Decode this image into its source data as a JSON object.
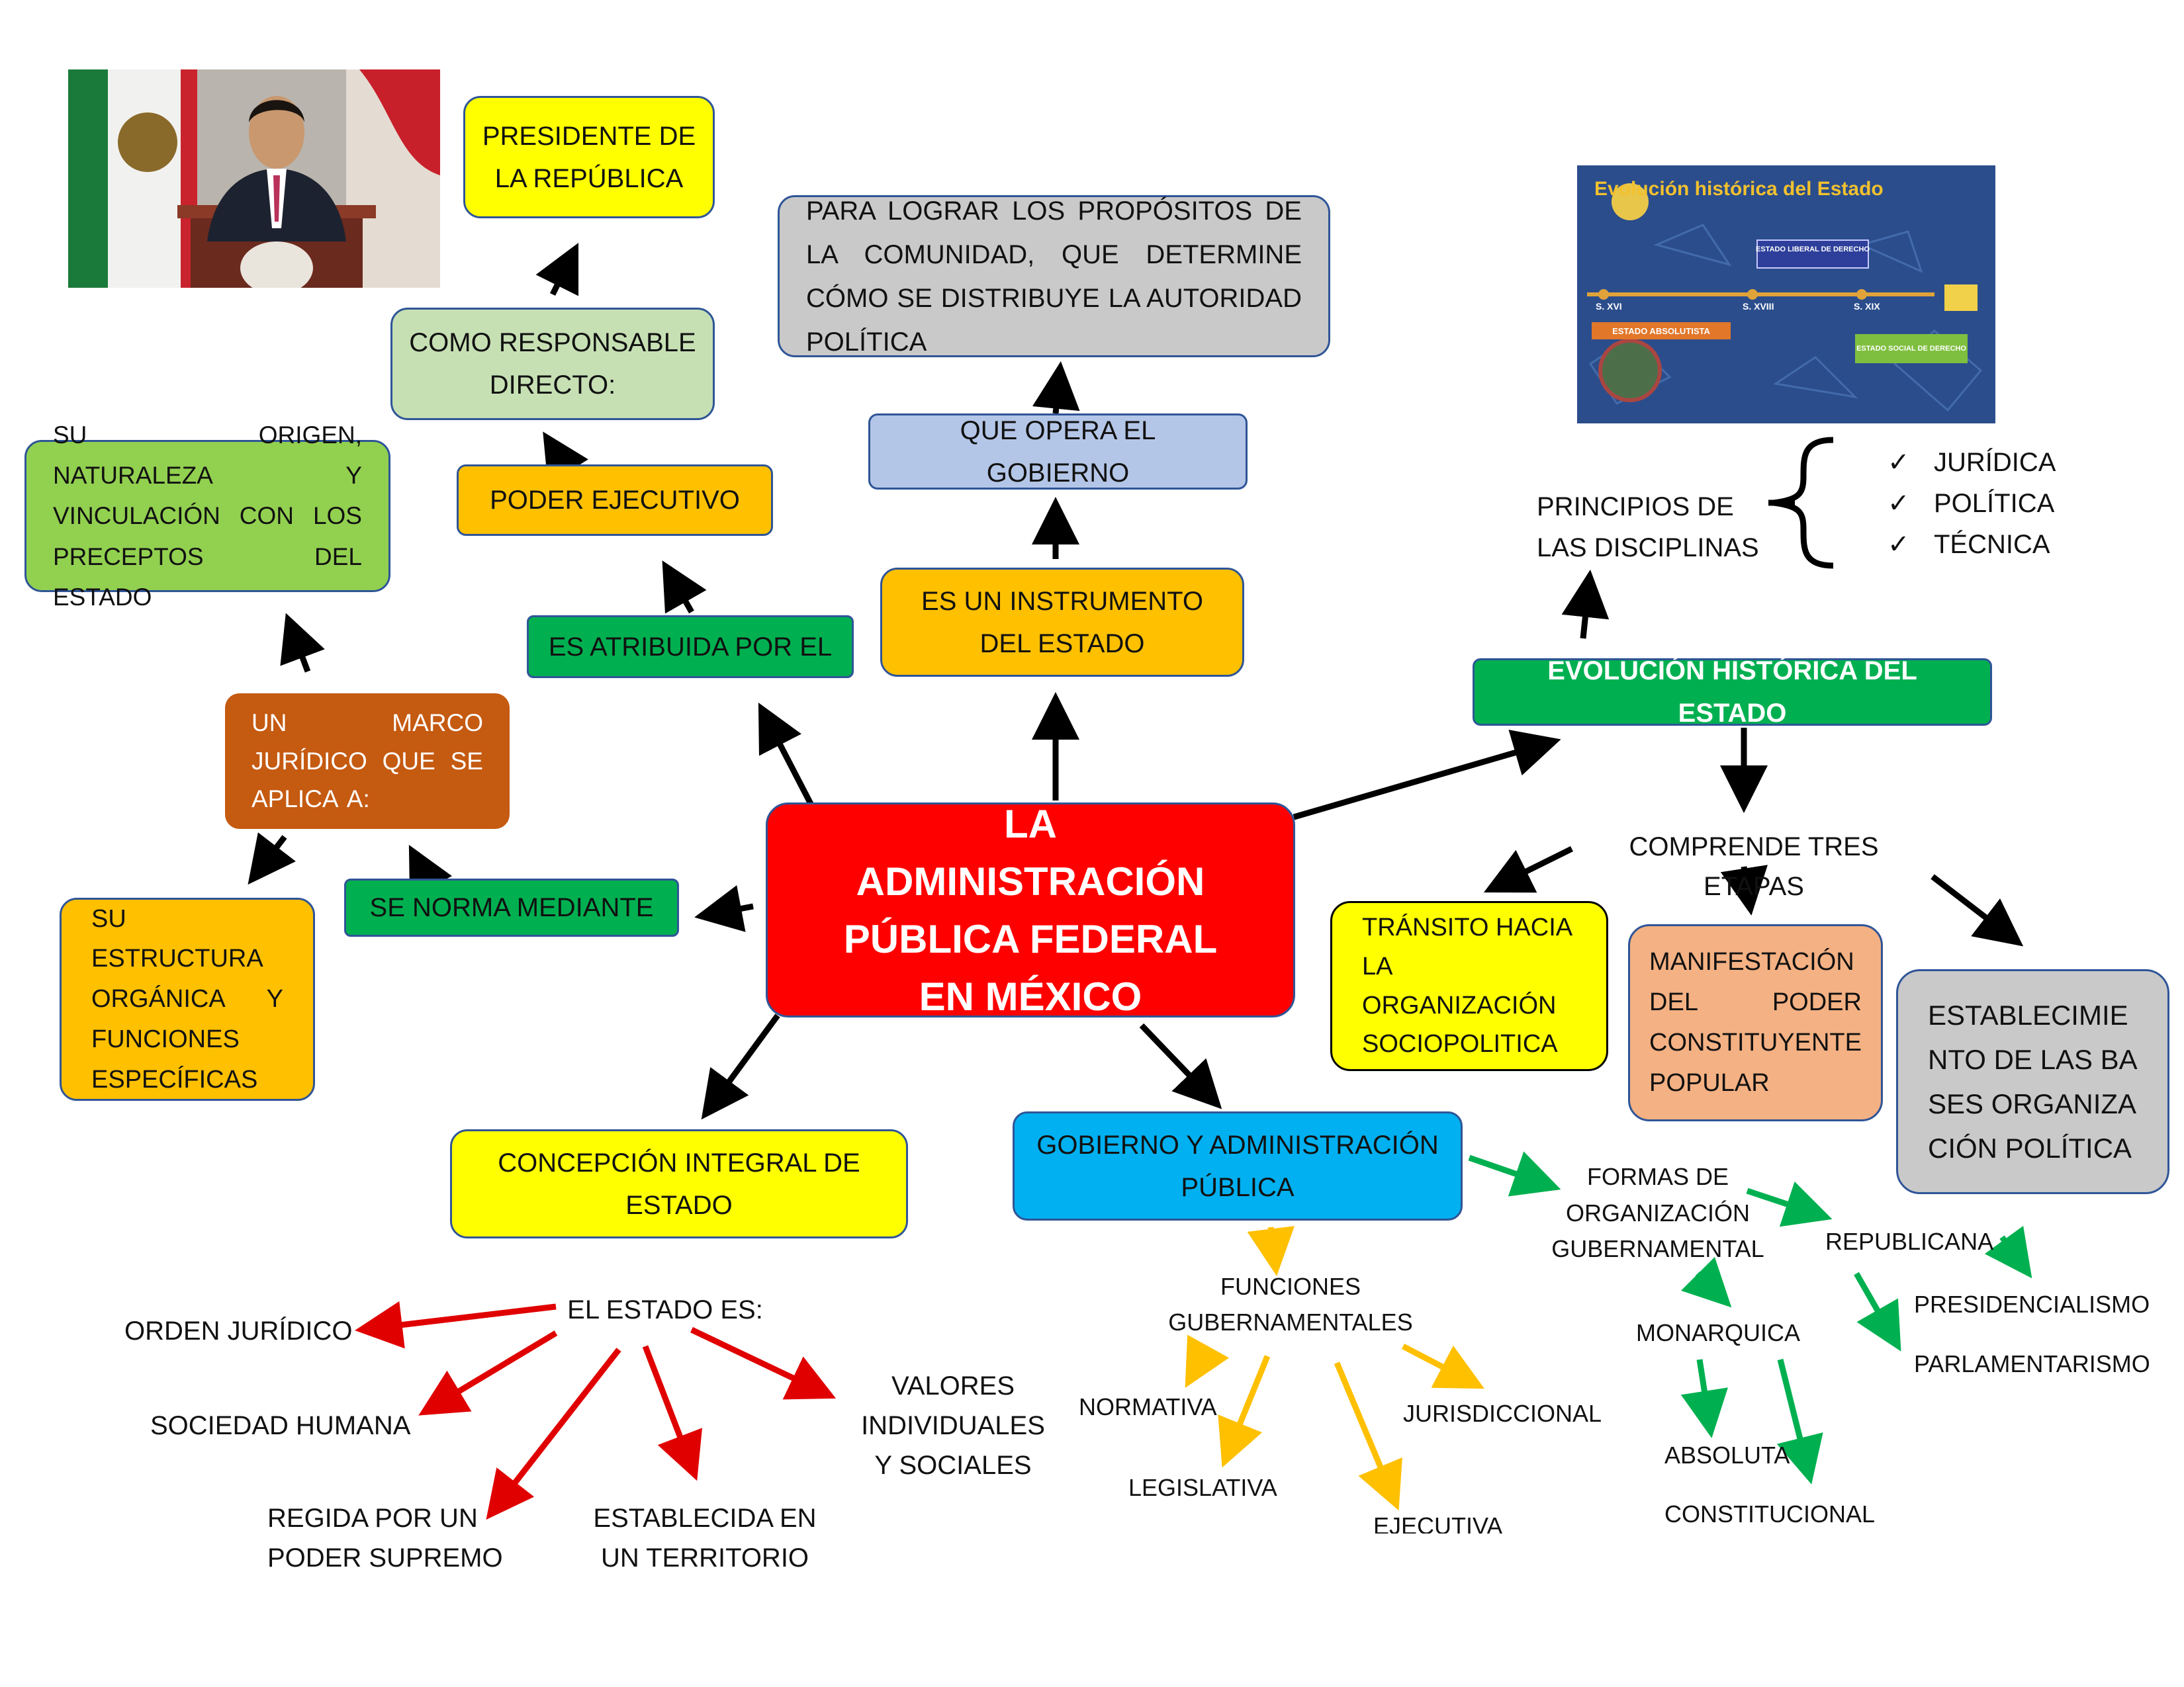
{
  "colors": {
    "red": "#ff0000",
    "yellow": "#ffff00",
    "orange": "#ffc000",
    "green_dark": "#00b050",
    "green_light": "#92d050",
    "mint": "#c6e0b4",
    "lavender": "#b4c6e7",
    "gray": "#c9c9c9",
    "blue": "#00b0f0",
    "brown": "#c55a11",
    "salmon": "#f4b183",
    "arrow_red": "#e00000",
    "arrow_yellow": "#ffc000",
    "arrow_green": "#00b050"
  },
  "central": {
    "title": "LA ADMINISTRACIÓN PÚBLICA FEDERAL EN MÉXICO"
  },
  "left_branch": {
    "atribuida": "ES ATRIBUIDA POR EL",
    "poder": "PODER EJECUTIVO",
    "responsable": "COMO RESPONSABLE DIRECTO:",
    "presidente": "PRESIDENTE DE LA REPÚBLICA",
    "photo_icon": "president-photo"
  },
  "top_branch": {
    "instrumento": "ES UN INSTRUMENTO DEL ESTADO",
    "opera": "QUE OPERA EL GOBIERNO",
    "proposito": "PARA LOGRAR LOS PROPÓSITOS DE LA COMUNIDAD, QUE DETERMINE CÓMO SE DISTRIBUYE LA AUTORIDAD POLÍTICA"
  },
  "norma_branch": {
    "norma": "SE NORMA MEDIANTE",
    "marco": "UN MARCO JURÍDICO QUE SE APLICA A:",
    "origen": "SU ORIGEN, NATURALEZA Y VINCULACIÓN CON LOS PRECEPTOS DEL ESTADO",
    "estructura": "SU ESTRUCTURA ORGÁNICA Y FUNCIONES ESPECÍFICAS"
  },
  "concepcion_branch": {
    "concepcion": "CONCEPCIÓN INTEGRAL DE ESTADO",
    "estado_es": "EL ESTADO ES:",
    "items": [
      "ORDEN JURÍDICO",
      "SOCIEDAD HUMANA",
      "REGIDA POR UN PODER SUPREMO",
      "ESTABLECIDA EN UN TERRITORIO",
      "VALORES INDIVIDUALES Y SOCIALES"
    ]
  },
  "gobierno_branch": {
    "gobierno": "GOBIERNO Y ADMINISTRACIÓN PÚBLICA",
    "funciones": "FUNCIONES GUBERNAMENTALES",
    "func_items": [
      "NORMATIVA",
      "LEGISLATIVA",
      "EJECUTIVA",
      "JURISDICCIONAL"
    ],
    "formas": "FORMAS DE ORGANIZACIÓN GUBERNAMENTAL",
    "republicana": "REPUBLICANA",
    "presidencialismo": "PRESIDENCIALISMO",
    "parlamentarismo": "PARLAMENTARISMO",
    "monarquica": "MONARQUICA",
    "absoluta": "ABSOLUTA",
    "constitucional": "CONSTITUCIONAL"
  },
  "evolucion_branch": {
    "evolucion": "EVOLUCIÓN HISTÓRICA DEL ESTADO",
    "principios": "PRINCIPIOS DE LAS DISCIPLINAS",
    "check_items": [
      "JURÍDICA",
      "POLÍTICA",
      "TÉCNICA"
    ],
    "check_mark": "✓",
    "comprende": "COMPRENDE TRES ETAPAS",
    "transito": "TRÁNSITO HACIA LA ORGANIZACIÓN SOCIOPOLITICA",
    "manifestacion": "MANIFESTACIÓN DEL PODER CONSTITUYENTE POPULAR",
    "establecimiento": "ESTABLECIMIENTO DE LAS BASES ORGANIZACIÓN POLÍTICA"
  },
  "evolucion_image": {
    "title": "Evolución histórica del Estado",
    "tag_liberal": "ESTADO LIBERAL DE DERECHO",
    "tag_absolutista": "ESTADO ABSOLUTISTA",
    "tag_social": "ESTADO SOCIAL DE DERECHO",
    "s16": "S. XVI",
    "s18": "S. XVIII",
    "s19": "S. XIX"
  }
}
